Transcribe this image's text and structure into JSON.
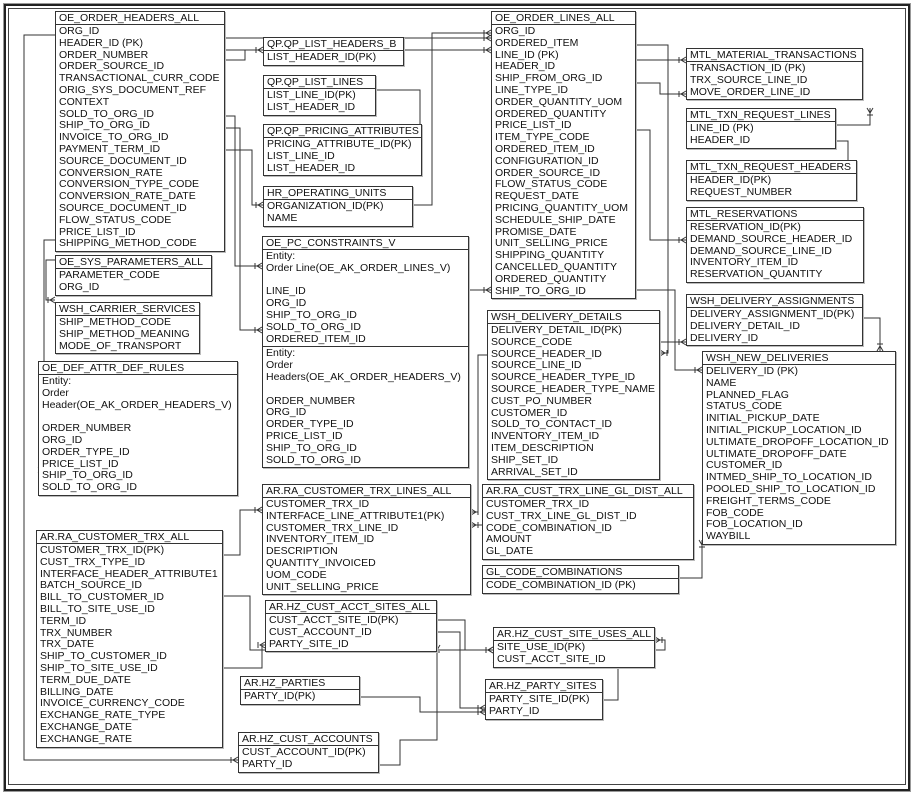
{
  "entities": {
    "oe_order_headers": {
      "title": "OE_ORDER_HEADERS_ALL",
      "fields": [
        "ORG_ID",
        "HEADER_ID (PK)",
        "ORDER_NUMBER",
        "ORDER_SOURCE_ID",
        "TRANSACTIONAL_CURR_CODE",
        "ORIG_SYS_DOCUMENT_REF",
        "CONTEXT",
        "SOLD_TO_ORG_ID",
        "SHIP_TO_ORG_ID",
        "INVOICE_TO_ORG_ID",
        "PAYMENT_TERM_ID",
        "SOURCE_DOCUMENT_ID",
        "CONVERSION_RATE",
        "CONVERSION_TYPE_CODE",
        "CONVERSION_RATE_DATE",
        "SOURCE_DOCUMENT_ID",
        "FLOW_STATUS_CODE",
        "PRICE_LIST_ID",
        "SHIPPING_METHOD_CODE"
      ]
    },
    "qp_list_headers": {
      "title": "QP.QP_LIST_HEADERS_B",
      "fields": [
        "LIST_HEADER_ID(PK)"
      ]
    },
    "qp_list_lines": {
      "title": "QP.QP_LIST_LINES",
      "fields": [
        "LIST_LINE_ID(PK)",
        "LIST_HEADER_ID"
      ]
    },
    "qp_pricing_attributes": {
      "title": "QP.QP_PRICING_ATTRIBUTES",
      "fields": [
        "PRICING_ATTRIBUTE_ID(PK)",
        "LIST_LINE_ID",
        "LIST_HEADER_ID"
      ]
    },
    "hr_operating_units": {
      "title": "HR_OPERATING_UNITS",
      "fields": [
        "ORGANIZATION_ID(PK)",
        "NAME"
      ]
    },
    "oe_order_lines": {
      "title": "OE_ORDER_LINES_ALL",
      "fields": [
        "ORG_ID",
        "ORDERED_ITEM",
        "LINE_ID (PK)",
        "HEADER_ID",
        "SHIP_FROM_ORG_ID",
        "LINE_TYPE_ID",
        "ORDER_QUANTITY_UOM",
        "ORDERED_QUANTITY",
        "PRICE_LIST_ID",
        "ITEM_TYPE_CODE",
        "ORDERED_ITEM_ID",
        "CONFIGURATION_ID",
        "ORDER_SOURCE_ID",
        "FLOW_STATUS_CODE",
        "REQUEST_DATE",
        "PRICING_QUANTITY_UOM",
        "SCHEDULE_SHIP_DATE",
        "PROMISE_DATE",
        "UNIT_SELLING_PRICE",
        "SHIPPING_QUANTITY",
        "CANCELLED_QUANTITY",
        "ORDERED_QUANTITY",
        "SHIP_TO_ORG_ID"
      ]
    },
    "mtl_material_transactions": {
      "title": "MTL_MATERIAL_TRANSACTIONS",
      "fields": [
        "TRANSACTION_ID (PK)",
        "TRX_SOURCE_LINE_ID",
        "MOVE_ORDER_LINE_ID"
      ]
    },
    "mtl_txn_request_lines": {
      "title": "MTL_TXN_REQUEST_LINES",
      "fields": [
        "LINE_ID (PK)",
        "HEADER_ID"
      ]
    },
    "mtl_txn_request_headers": {
      "title": "MTL_TXN_REQUEST_HEADERS",
      "fields": [
        "HEADER_ID(PK)",
        "REQUEST_NUMBER"
      ]
    },
    "mtl_reservations": {
      "title": "MTL_RESERVATIONS",
      "fields": [
        "RESERVATION_ID(PK)",
        "DEMAND_SOURCE_HEADER_ID",
        "DEMAND_SOURCE_LINE_ID",
        "INVENTORY_ITEM_ID",
        "RESERVATION_QUANTITY"
      ]
    },
    "oe_sys_parameters": {
      "title": "OE_SYS_PARAMETERS_ALL",
      "fields": [
        "PARAMETER_CODE",
        "ORG_ID"
      ]
    },
    "wsh_carrier_services": {
      "title": "WSH_CARRIER_SERVICES",
      "fields": [
        "SHIP_METHOD_CODE",
        "SHIP_METHOD_MEANING",
        "MODE_OF_TRANSPORT"
      ]
    },
    "oe_pc_constraints": {
      "title": "OE_PC_CONSTRAINTS_V",
      "fields": [
        "Entity:",
        "Order Line(OE_AK_ORDER_LINES_V)",
        "",
        "LINE_ID",
        "ORG_ID",
        "SHIP_TO_ORG_ID",
        "SOLD_TO_ORG_ID",
        "ORDERED_ITEM_ID"
      ],
      "fields2": [
        "Entity:",
        "Order",
        "Headers(OE_AK_ORDER_HEADERS_V)",
        "",
        "ORDER_NUMBER",
        "ORG_ID",
        "ORDER_TYPE_ID",
        "PRICE_LIST_ID",
        "SHIP_TO_ORG_ID",
        "SOLD_TO_ORG_ID"
      ]
    },
    "oe_def_attr": {
      "title": "OE_DEF_ATTR_DEF_RULES",
      "fields": [
        "Entity:",
        "Order",
        "Header(OE_AK_ORDER_HEADERS_V)",
        "",
        "ORDER_NUMBER",
        "ORG_ID",
        "ORDER_TYPE_ID",
        "PRICE_LIST_ID",
        "SHIP_TO_ORG_ID",
        "SOLD_TO_ORG_ID"
      ]
    },
    "wsh_delivery_details": {
      "title": "WSH_DELIVERY_DETAILS",
      "fields": [
        "DELIVERY_DETAIL_ID(PK)",
        "SOURCE_CODE",
        "SOURCE_HEADER_ID",
        "SOURCE_LINE_ID",
        "SOURCE_HEADER_TYPE_ID",
        "SOURCE_HEADER_TYPE_NAME",
        "CUST_PO_NUMBER",
        "CUSTOMER_ID",
        "SOLD_TO_CONTACT_ID",
        "INVENTORY_ITEM_ID",
        "ITEM_DESCRIPTION",
        "SHIP_SET_ID",
        "ARRIVAL_SET_ID"
      ]
    },
    "wsh_delivery_assignments": {
      "title": "WSH_DELIVERY_ASSIGNMENTS",
      "fields": [
        "DELIVERY_ASSIGNMENT_ID(PK)",
        "DELIVERY_DETAIL_ID",
        "DELIVERY_ID"
      ]
    },
    "wsh_new_deliveries": {
      "title": "WSH_NEW_DELIVERIES",
      "fields": [
        "DELIVERY_ID (PK)",
        "NAME",
        "PLANNED_FLAG",
        "STATUS_CODE",
        "INITIAL_PICKUP_DATE",
        "INITIAL_PICKUP_LOCATION_ID",
        "ULTIMATE_DROPOFF_LOCATION_ID",
        "ULTIMATE_DROPOFF_DATE",
        "CUSTOMER_ID",
        "INTMED_SHIP_TO_LOCATION_ID",
        "POOLED_SHIP_TO_LOCATION_ID",
        "FREIGHT_TERMS_CODE",
        "FOB_CODE",
        "FOB_LOCATION_ID",
        "WAYBILL"
      ]
    },
    "ra_customer_trx_lines": {
      "title": "AR.RA_CUSTOMER_TRX_LINES_ALL",
      "fields": [
        "CUSTOMER_TRX_ID",
        "INTERFACE_LINE_ATTRIBUTE1(PK)",
        "CUSTOMER_TRX_LINE_ID",
        "INVENTORY_ITEM_ID",
        "DESCRIPTION",
        "QUANTITY_INVOICED",
        "UOM_CODE",
        "UNIT_SELLING_PRICE"
      ]
    },
    "ra_cust_trx_line_gl_dist": {
      "title": "AR.RA_CUST_TRX_LINE_GL_DIST_ALL",
      "fields": [
        "CUSTOMER_TRX_ID",
        "CUST_TRX_LINE_GL_DIST_ID",
        "CODE_COMBINATION_ID",
        "AMOUNT",
        "GL_DATE"
      ]
    },
    "gl_code_combinations": {
      "title": "GL_CODE_COMBINATIONS",
      "fields": [
        "CODE_COMBINATION_ID (PK)"
      ]
    },
    "ra_customer_trx": {
      "title": "AR.RA_CUSTOMER_TRX_ALL",
      "fields": [
        "CUSTOMER_TRX_ID(PK)",
        "CUST_TRX_TYPE_ID",
        "INTERFACE_HEADER_ATTRIBUTE1",
        "BATCH_SOURCE_ID",
        "BILL_TO_CUSTOMER_ID",
        "BILL_TO_SITE_USE_ID",
        "TERM_ID",
        "TRX_NUMBER",
        "TRX_DATE",
        "SHIP_TO_CUSTOMER_ID",
        "SHIP_TO_SITE_USE_ID",
        "TERM_DUE_DATE",
        "BILLING_DATE",
        "INVOICE_CURRENCY_CODE",
        "EXCHANGE_RATE_TYPE",
        "EXCHANGE_DATE",
        "EXCHANGE_RATE"
      ]
    },
    "hz_cust_acct_sites": {
      "title": "AR.HZ_CUST_ACCT_SITES_ALL",
      "fields": [
        "CUST_ACCT_SITE_ID(PK)",
        "CUST_ACCOUNT_ID",
        "PARTY_SITE_ID"
      ]
    },
    "hz_cust_site_uses": {
      "title": "AR.HZ_CUST_SITE_USES_ALL",
      "fields": [
        "SITE_USE_ID(PK)",
        "CUST_ACCT_SITE_ID"
      ]
    },
    "hz_parties": {
      "title": "AR.HZ_PARTIES",
      "fields": [
        "PARTY_ID(PK)"
      ]
    },
    "hz_party_sites": {
      "title": "AR.HZ_PARTY_SITES",
      "fields": [
        "PARTY_SITE_ID(PK)",
        "PARTY_ID"
      ]
    },
    "hz_cust_accounts": {
      "title": "AR.HZ_CUST_ACCOUNTS",
      "fields": [
        "CUST_ACCOUNT_ID(PK)",
        "PARTY_ID"
      ]
    }
  }
}
